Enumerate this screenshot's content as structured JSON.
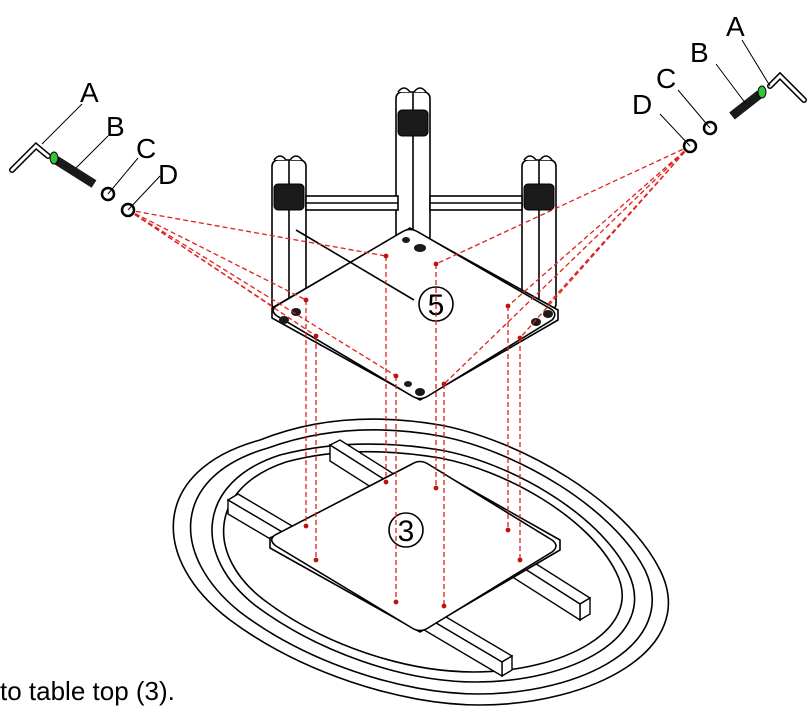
{
  "caption": "to table top (3).",
  "part_labels": {
    "left": {
      "a": "A",
      "b": "B",
      "c": "C",
      "d": "D"
    },
    "right": {
      "a": "A",
      "b": "B",
      "c": "C",
      "d": "D"
    }
  },
  "callouts": {
    "base": "5",
    "table_top": "3"
  },
  "colors": {
    "line": "#000000",
    "guide": "#e0201c",
    "hardware_dark": "#1a1a1a",
    "screw_tip": "#36c23a"
  }
}
